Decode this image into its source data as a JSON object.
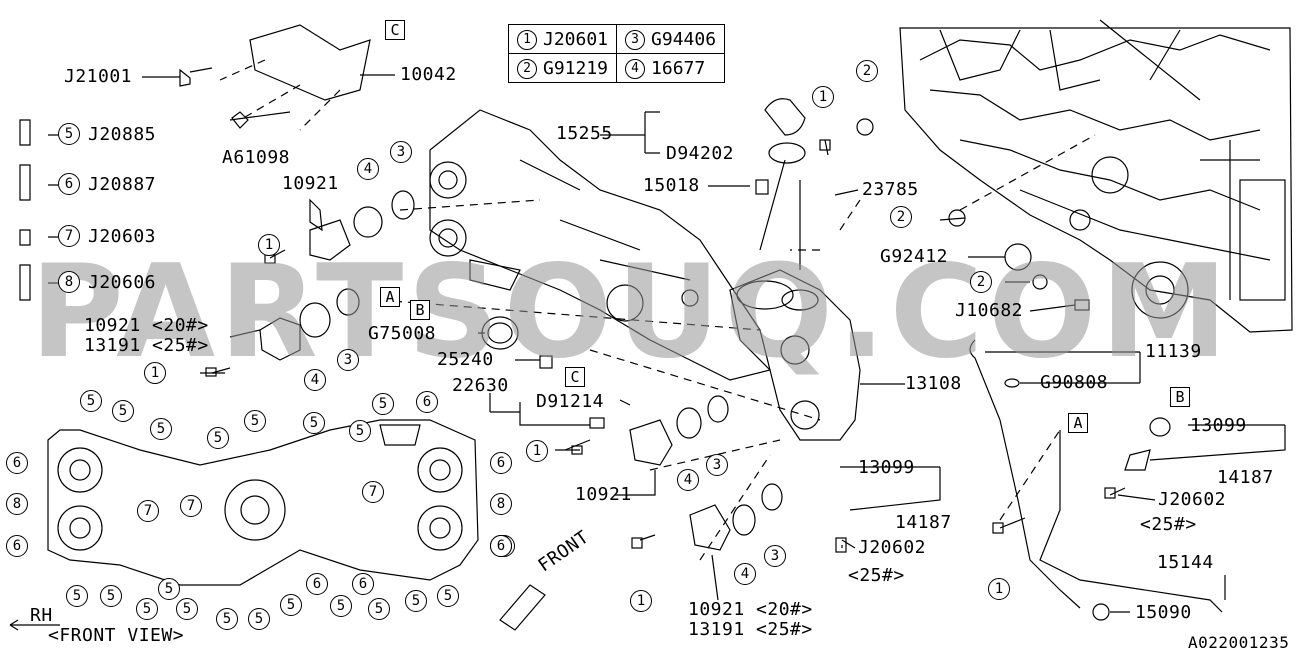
{
  "legend": [
    {
      "num": "1",
      "code": "J20601"
    },
    {
      "num": "3",
      "code": "G94406"
    },
    {
      "num": "2",
      "code": "G91219"
    },
    {
      "num": "4",
      "code": "16677"
    }
  ],
  "labels": {
    "j21001": "J21001",
    "p10042": "10042",
    "a61098": "A61098",
    "j20885": "J20885",
    "j20887": "J20887",
    "j20603": "J20603",
    "j20606": "J20606",
    "p10921a": "10921",
    "p10921b": "10921 <20#>",
    "p13191a": "13191 <25#>",
    "g75008": "G75008",
    "p25240": "25240",
    "p22630": "22630",
    "d91214": "D91214",
    "p15255": "15255",
    "d94202": "D94202",
    "p15018": "15018",
    "p23785": "23785",
    "g92412": "G92412",
    "j10682": "J10682",
    "p11139": "11139",
    "g90808": "G90808",
    "p13108": "13108",
    "p13099a": "13099",
    "p14187a": "14187",
    "j20602a": "J20602",
    "n25a": "<25#>",
    "p10921c": "10921",
    "p10921d": "10921 <20#>",
    "p13191b": "13191 <25#>",
    "p13099b": "13099",
    "p14187b": "14187",
    "j20602b": "J20602",
    "n25b": "<25#>",
    "p15144": "15144",
    "p15090": "15090",
    "front": "FRONT",
    "rh": "RH",
    "frontview": "<FRONT VIEW>",
    "code": "A022001235"
  },
  "markers": {
    "a": "A",
    "b": "B",
    "c": "C"
  },
  "watermark": "PARTSOUQ.COM",
  "fv_numbers": [
    "5",
    "5",
    "5",
    "5",
    "5",
    "5",
    "5",
    "5",
    "6",
    "6",
    "6",
    "6",
    "8",
    "8",
    "7",
    "7",
    "7",
    "5",
    "5",
    "5",
    "5",
    "5",
    "5",
    "5",
    "5",
    "5",
    "6",
    "5",
    "5",
    "5",
    "5",
    "5",
    "6",
    "5",
    "6"
  ]
}
